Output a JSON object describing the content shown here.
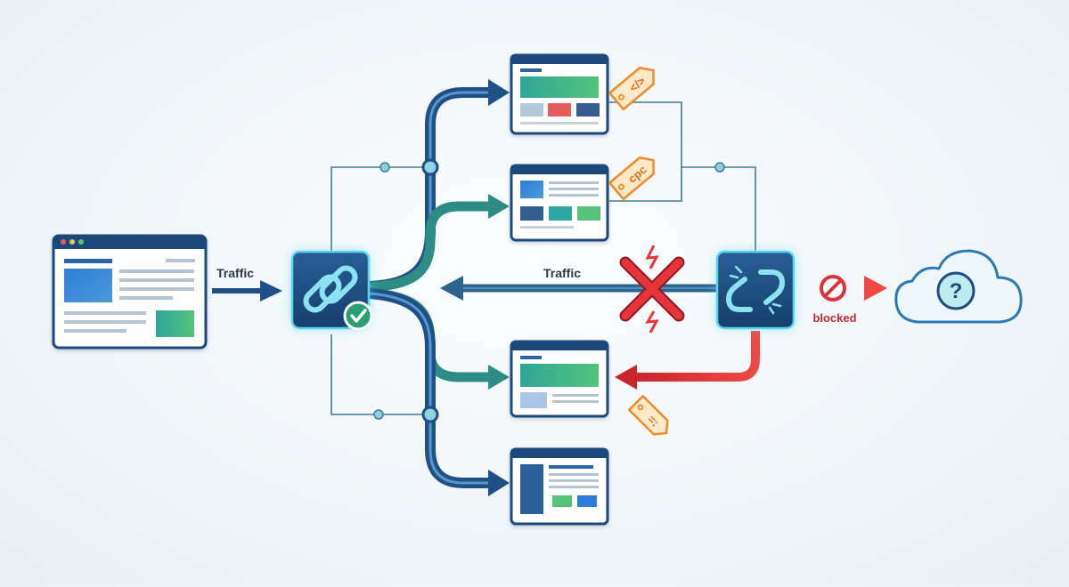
{
  "labels": {
    "traffic_in": "Traffic",
    "traffic_back": "Traffic",
    "blocked": "blocked",
    "tag_code": "</>",
    "tag_cpc": "cpc",
    "tag_param": "=:",
    "cloud_symbol": "?"
  },
  "icons": {
    "valid_link": "link-icon",
    "broken_link": "broken-link-icon",
    "check": "check-icon",
    "block": "no-entry-icon",
    "cross": "red-x-icon",
    "unknown_destination": "cloud-question-icon"
  },
  "colors": {
    "navy": "#1e4f86",
    "teal": "#2e8c8a",
    "green": "#3aa86a",
    "red": "#d9343b",
    "orange": "#f08a2b",
    "hub": "#1f4a7d",
    "glow": "#4fd2ee"
  }
}
